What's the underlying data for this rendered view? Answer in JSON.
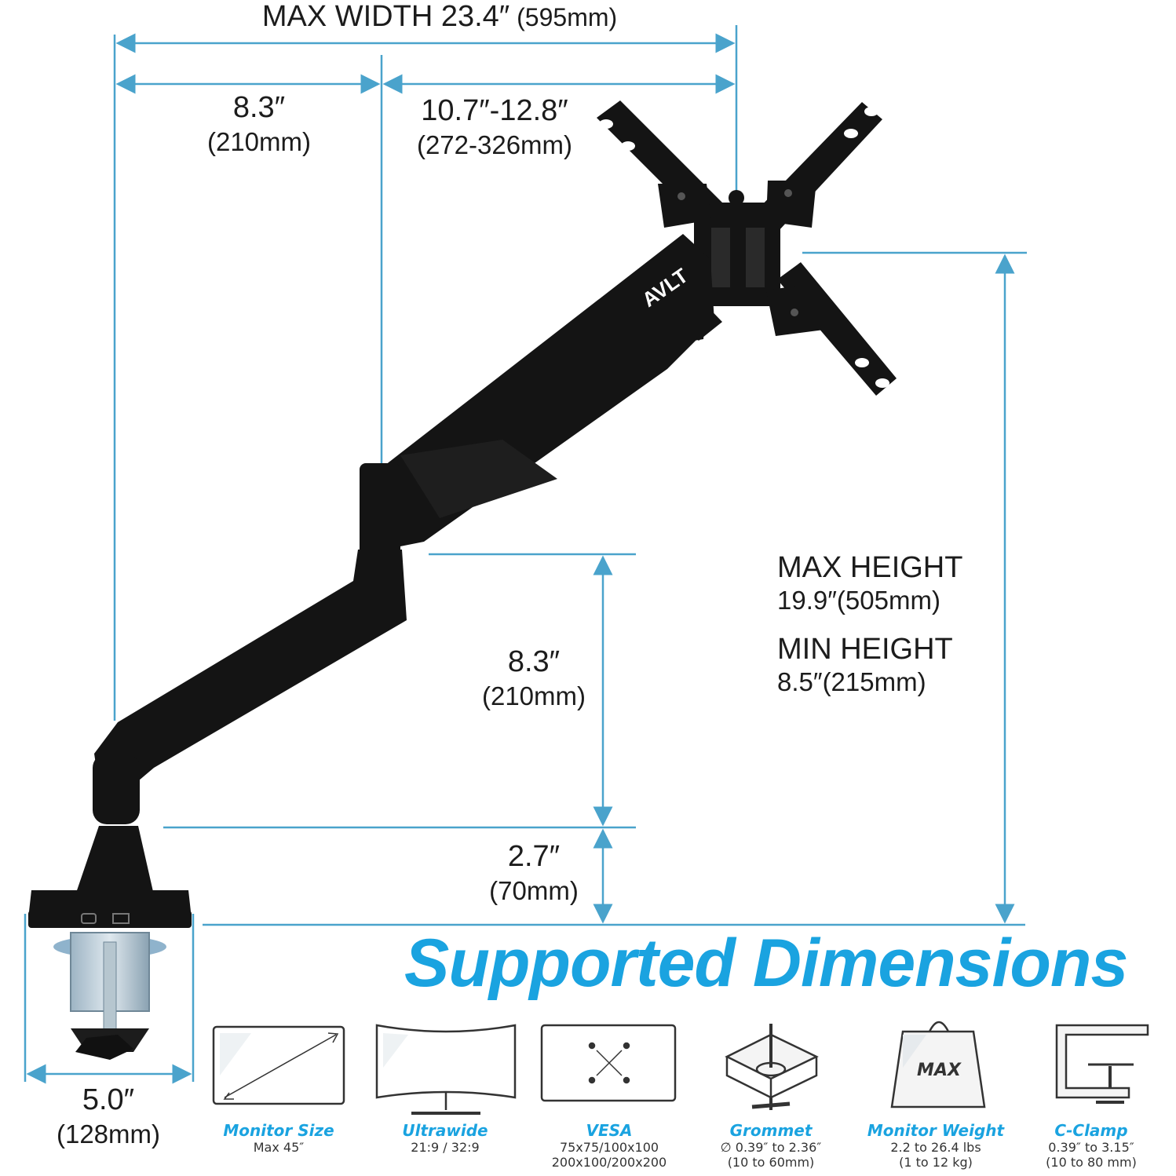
{
  "colors": {
    "accent": "#1aa3e0",
    "arm": "#111111",
    "dimension_line": "#4aa3cc"
  },
  "dimensions": {
    "max_width": {
      "value": "MAX WIDTH 23.4″",
      "metric": "(595mm)"
    },
    "upper_arm": {
      "value": "8.3″",
      "metric": "(210mm)"
    },
    "forearm": {
      "value": "10.7″-12.8″",
      "metric": "(272-326mm)"
    },
    "max_height": {
      "label": "MAX HEIGHT",
      "value": "19.9″",
      "metric": "(505mm)"
    },
    "min_height": {
      "label": "MIN HEIGHT",
      "value": "8.5″",
      "metric": "(215mm)"
    },
    "pole_height": {
      "value": "8.3″",
      "metric": "(210mm)"
    },
    "base_height": {
      "value": "2.7″",
      "metric": "(70mm)"
    },
    "clamp_width": {
      "value": "5.0″",
      "metric": "(128mm)"
    }
  },
  "brand_logo": "AVLT",
  "title": "Supported Dimensions",
  "features": [
    {
      "icon": "monitor-diagonal-icon",
      "name": "Monitor Size",
      "lines": [
        "Max 45″"
      ]
    },
    {
      "icon": "ultrawide-monitor-icon",
      "name": "Ultrawide",
      "lines": [
        "21:9 / 32:9"
      ]
    },
    {
      "icon": "vesa-pattern-icon",
      "name": "VESA",
      "lines": [
        "75x75/100x100",
        "200x100/200x200"
      ]
    },
    {
      "icon": "grommet-icon",
      "name": "Grommet",
      "lines": [
        "∅ 0.39″ to 2.36″",
        "(10 to 60mm)"
      ]
    },
    {
      "icon": "weight-icon",
      "name": "Monitor Weight",
      "lines": [
        "2.2 to 26.4 lbs",
        "(1 to 12 kg)"
      ],
      "icon_text": "MAX"
    },
    {
      "icon": "c-clamp-icon",
      "name": "C-Clamp",
      "lines": [
        "0.39″ to 3.15″",
        "(10 to 80 mm)"
      ]
    }
  ]
}
